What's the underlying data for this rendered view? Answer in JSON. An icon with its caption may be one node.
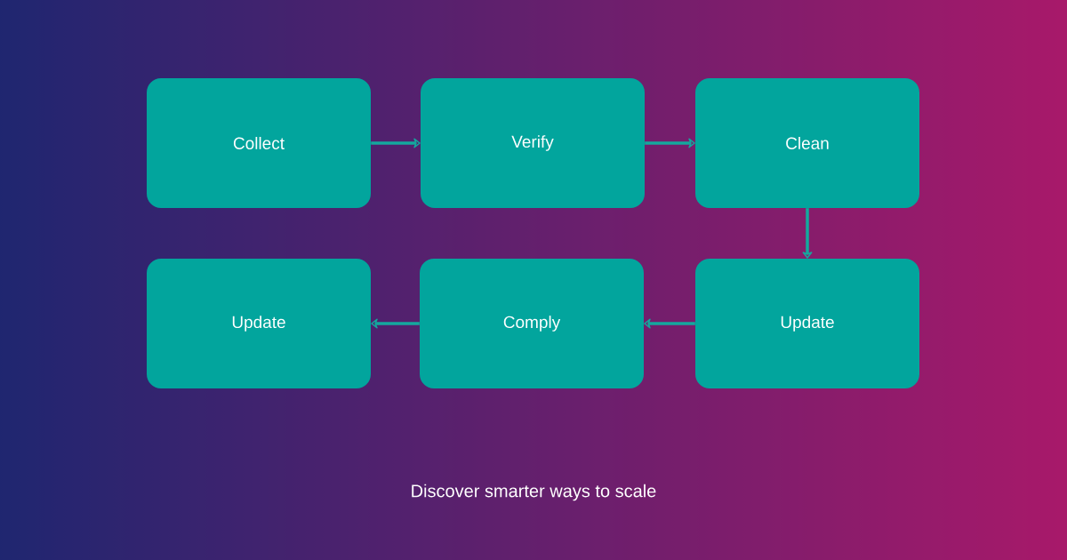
{
  "diagram": {
    "nodes": [
      {
        "text": [
          "Collect"
        ]
      },
      {
        "text": [
          "Verify"
        ]
      },
      {
        "text": [
          "Clean"
        ]
      },
      {
        "text": [
          "Update"
        ]
      },
      {
        "text": [
          "Comply"
        ]
      },
      {
        "text": [
          "Update"
        ]
      }
    ],
    "edges": [
      {
        "from": 0,
        "to": 1,
        "arrow": "to"
      },
      {
        "from": 1,
        "to": 2,
        "arrow": "to"
      },
      {
        "from": 2,
        "to": 3,
        "arrow": "to"
      },
      {
        "from": 3,
        "to": 4,
        "arrow": "to"
      },
      {
        "from": 4,
        "to": 5,
        "arrow": "to"
      }
    ],
    "labels": [
      "Discover smarter ways to scale"
    ]
  }
}
